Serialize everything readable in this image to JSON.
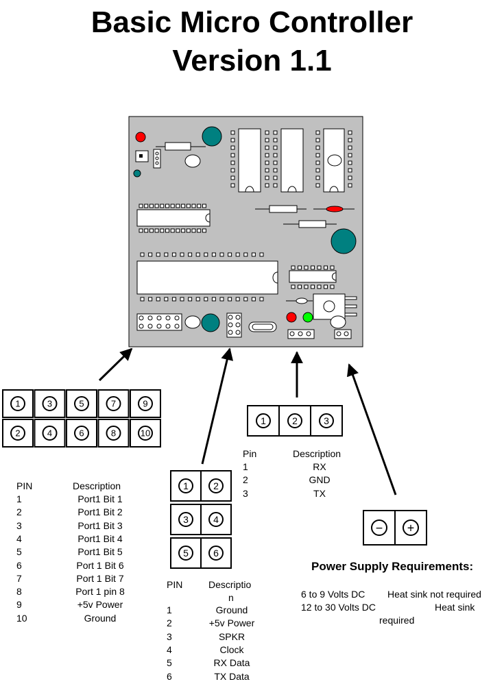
{
  "title": {
    "line1": "Basic Micro Controller",
    "line2": "Version 1.1"
  },
  "colors": {
    "board": "#c0c0c0",
    "teal": "#008080",
    "red": "#ff0000",
    "green": "#00ff00"
  },
  "connector_10pin": {
    "pins": [
      "1",
      "3",
      "5",
      "7",
      "9",
      "2",
      "4",
      "6",
      "8",
      "10"
    ],
    "header": {
      "pin": "PIN",
      "desc": "Description"
    },
    "rows": [
      {
        "pin": "1",
        "desc": "Port1 Bit 1"
      },
      {
        "pin": "2",
        "desc": "Port1 Bit 2"
      },
      {
        "pin": "3",
        "desc": "Port1 Bit 3"
      },
      {
        "pin": "4",
        "desc": "Port1 Bit 4"
      },
      {
        "pin": "5",
        "desc": "Port1 Bit 5"
      },
      {
        "pin": "6",
        "desc": "Port 1 Bit 6"
      },
      {
        "pin": "7",
        "desc": "Port 1 Bit 7"
      },
      {
        "pin": "8",
        "desc": "Port 1 pin 8"
      },
      {
        "pin": "9",
        "desc": "+5v Power"
      },
      {
        "pin": "10",
        "desc": "Ground"
      }
    ]
  },
  "connector_6pin": {
    "pins": [
      "1",
      "2",
      "3",
      "4",
      "5",
      "6"
    ],
    "header": {
      "pin": "PIN",
      "desc_line1": "Descriptio",
      "desc_line2": "n"
    },
    "rows": [
      {
        "pin": "1",
        "desc": "Ground"
      },
      {
        "pin": "2",
        "desc": "+5v Power"
      },
      {
        "pin": "3",
        "desc": "SPKR"
      },
      {
        "pin": "4",
        "desc": "Clock"
      },
      {
        "pin": "5",
        "desc": "RX Data"
      },
      {
        "pin": "6",
        "desc": "TX Data"
      }
    ]
  },
  "connector_3pin": {
    "pins": [
      "1",
      "2",
      "3"
    ],
    "header": {
      "pin": "Pin",
      "desc": "Description"
    },
    "rows": [
      {
        "pin": "1",
        "desc": "RX"
      },
      {
        "pin": "2",
        "desc": "GND"
      },
      {
        "pin": "3",
        "desc": "TX"
      }
    ]
  },
  "power": {
    "minus": "−",
    "plus": "+",
    "title": "Power Supply Requirements:",
    "line1_volts": "6 to 9 Volts DC",
    "line1_note": "Heat sink not required",
    "line2_volts": "12 to 30 Volts DC",
    "line2_note_a": "Heat sink",
    "line2_note_b": "required"
  }
}
